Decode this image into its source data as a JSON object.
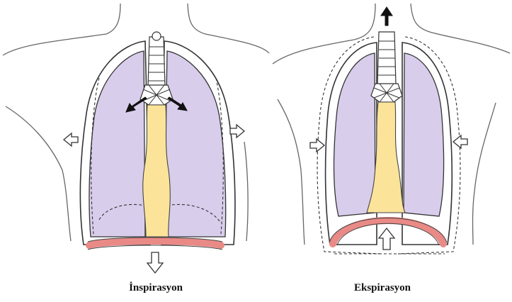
{
  "panels": [
    {
      "id": "inspiration",
      "label": "İnspirasyon"
    },
    {
      "id": "expiration",
      "label": "Ekspirasyon"
    }
  ],
  "colors": {
    "lung": "#d9cdec",
    "mediastinum": "#fbe49a",
    "diaphragm": "#e98a86",
    "outline": "#333333"
  }
}
